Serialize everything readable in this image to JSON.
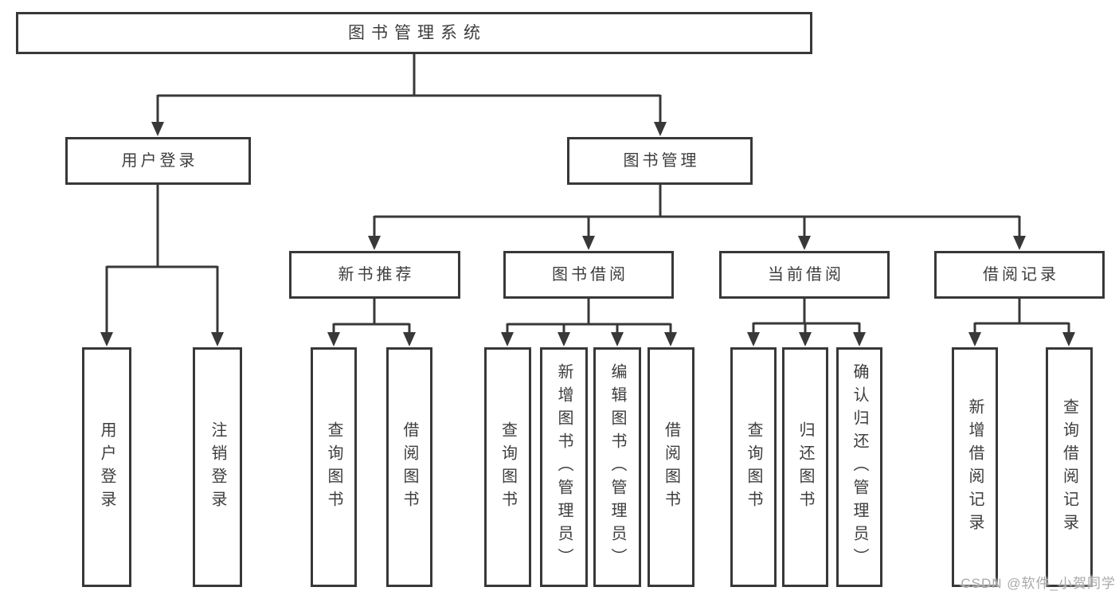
{
  "colors": {
    "line": "#383838",
    "box_border": "#383838",
    "text": "#3d3d3d",
    "background": "#ffffff",
    "watermark": "#a9a9a9"
  },
  "tree": {
    "root": {
      "label": "图书管理系统",
      "children": [
        {
          "label": "用户登录",
          "children": [
            {
              "label": "用户登录"
            },
            {
              "label": "注销登录"
            }
          ]
        },
        {
          "label": "图书管理",
          "children": [
            {
              "label": "新书推荐",
              "children": [
                {
                  "label": "查询图书"
                },
                {
                  "label": "借阅图书"
                }
              ]
            },
            {
              "label": "图书借阅",
              "children": [
                {
                  "label": "查询图书"
                },
                {
                  "label": "新增图书（管理员）"
                },
                {
                  "label": "编辑图书（管理员）"
                },
                {
                  "label": "借阅图书"
                }
              ]
            },
            {
              "label": "当前借阅",
              "children": [
                {
                  "label": "查询图书"
                },
                {
                  "label": "归还图书"
                },
                {
                  "label": "确认归还（管理员）"
                }
              ]
            },
            {
              "label": "借阅记录",
              "children": [
                {
                  "label": "新增借阅记录"
                },
                {
                  "label": "查询借阅记录"
                }
              ]
            }
          ]
        }
      ]
    }
  },
  "watermark": {
    "text": "CSDN @软件_小贺同学"
  }
}
